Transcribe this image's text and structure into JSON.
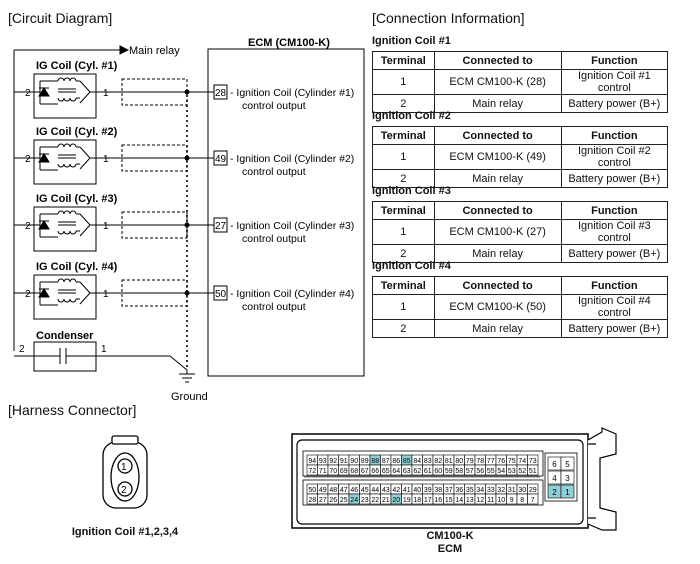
{
  "circuit": {
    "title": "[Circuit Diagram]",
    "main_relay": "Main relay",
    "ecm_title": "ECM (CM100-K)",
    "ground": "Ground",
    "condenser": "Condenser",
    "coils": [
      {
        "name": "IG Coil (Cyl. #1)",
        "pin2": "2",
        "pin1": "1",
        "ecm_pin": "28",
        "ecm_text": "- Ignition Coil (Cylinder #1)",
        "ecm_text2": "control output"
      },
      {
        "name": "IG Coil (Cyl. #2)",
        "pin2": "2",
        "pin1": "1",
        "ecm_pin": "49",
        "ecm_text": "- Ignition Coil (Cylinder #2)",
        "ecm_text2": "control output"
      },
      {
        "name": "IG Coil (Cyl. #3)",
        "pin2": "2",
        "pin1": "1",
        "ecm_pin": "27",
        "ecm_text": "- Ignition Coil (Cylinder #3)",
        "ecm_text2": "control output"
      },
      {
        "name": "IG Coil (Cyl. #4)",
        "pin2": "2",
        "pin1": "1",
        "ecm_pin": "50",
        "ecm_text": "- Ignition Coil (Cylinder #4)",
        "ecm_text2": "control output"
      }
    ],
    "condenser_pin2": "2",
    "condenser_pin1": "1"
  },
  "connection": {
    "title": "[Connection Information]",
    "headers": [
      "Terminal",
      "Connected to",
      "Function"
    ],
    "tables": [
      {
        "title": "Ignition Coil #1",
        "rows": [
          [
            "1",
            "ECM CM100-K (28)",
            "Ignition Coil #1 control"
          ],
          [
            "2",
            "Main relay",
            "Battery power (B+)"
          ]
        ]
      },
      {
        "title": "Ignition Coil #2",
        "rows": [
          [
            "1",
            "ECM CM100-K (49)",
            "Ignition Coil #2 control"
          ],
          [
            "2",
            "Main relay",
            "Battery power (B+)"
          ]
        ]
      },
      {
        "title": "Ignition Coil #3",
        "rows": [
          [
            "1",
            "ECM CM100-K (27)",
            "Ignition Coil #3 control"
          ],
          [
            "2",
            "Main relay",
            "Battery power (B+)"
          ]
        ]
      },
      {
        "title": "Ignition Coil #4",
        "rows": [
          [
            "1",
            "ECM CM100-K (50)",
            "Ignition Coil #4 control"
          ],
          [
            "2",
            "Main relay",
            "Battery power (B+)"
          ]
        ]
      }
    ]
  },
  "harness": {
    "title": "[Harness Connector]",
    "coil_caption": "Ignition Coil #1,2,3,4",
    "coil_pins": [
      "1",
      "2"
    ],
    "ecm_caption1": "CM100-K",
    "ecm_caption2": "ECM",
    "ecm_rows": [
      [
        "94",
        "93",
        "92",
        "91",
        "90",
        "89",
        "88",
        "87",
        "86",
        "85",
        "84",
        "83",
        "82",
        "81",
        "80",
        "79",
        "78",
        "77",
        "76",
        "75",
        "74",
        "73"
      ],
      [
        "72",
        "71",
        "70",
        "69",
        "68",
        "67",
        "66",
        "65",
        "64",
        "63",
        "62",
        "61",
        "60",
        "59",
        "58",
        "57",
        "56",
        "55",
        "54",
        "53",
        "52",
        "51"
      ],
      [
        "50",
        "49",
        "48",
        "47",
        "46",
        "45",
        "44",
        "43",
        "42",
        "41",
        "40",
        "39",
        "38",
        "37",
        "36",
        "35",
        "34",
        "33",
        "32",
        "31",
        "30",
        "29"
      ],
      [
        "28",
        "27",
        "26",
        "25",
        "24",
        "23",
        "22",
        "21",
        "20",
        "19",
        "18",
        "17",
        "16",
        "15",
        "14",
        "13",
        "12",
        "11",
        "10",
        "9",
        "8",
        "7"
      ]
    ],
    "ecm_side": [
      [
        "6",
        "5"
      ],
      [
        "4",
        "3"
      ],
      [
        "2",
        "1"
      ]
    ],
    "highlight_pins": [
      "88",
      "85",
      "24",
      "20",
      "2",
      "1"
    ],
    "highlight_color": "#8fcfd6"
  }
}
